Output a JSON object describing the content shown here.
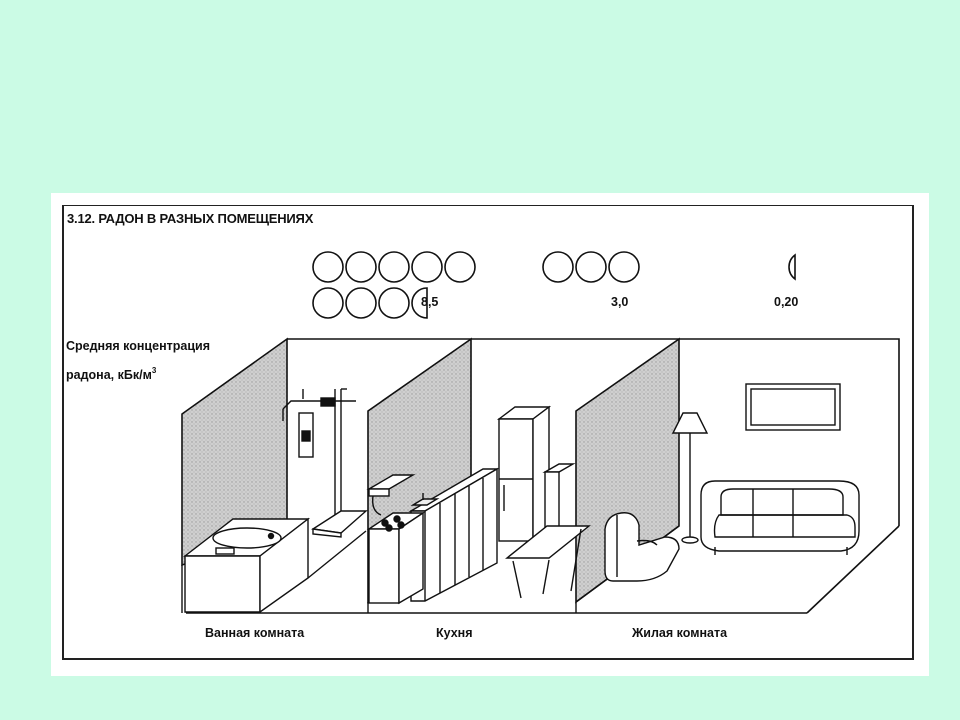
{
  "title": "3.12. РАДОН В РАЗНЫХ ПОМЕЩЕНИЯХ",
  "legend": {
    "line1": "Средняя концентрация",
    "line2": "радона, кБк/м",
    "line2_sup": "3"
  },
  "rooms": [
    {
      "name": "Ванная комната",
      "value": 8.5,
      "value_label": "8,5"
    },
    {
      "name": "Кухня",
      "value": 3.0,
      "value_label": "3,0"
    },
    {
      "name": "Жилая комната",
      "value": 0.2,
      "value_label": "0,20"
    }
  ],
  "chart_data": {
    "type": "bar",
    "categories": [
      "Ванная комната",
      "Кухня",
      "Жилая комната"
    ],
    "values": [
      8.5,
      3.0,
      0.2
    ],
    "title": "3.12. РАДОН В РАЗНЫХ ПОМЕЩЕНИЯХ",
    "ylabel": "Средняя концентрация радона, кБк/м3",
    "unit_per_circle": 1
  },
  "colors": {
    "background": "#cbfbe5",
    "panel": "#ffffff",
    "ink": "#111111",
    "wall_shade": "#c4c4c4"
  }
}
